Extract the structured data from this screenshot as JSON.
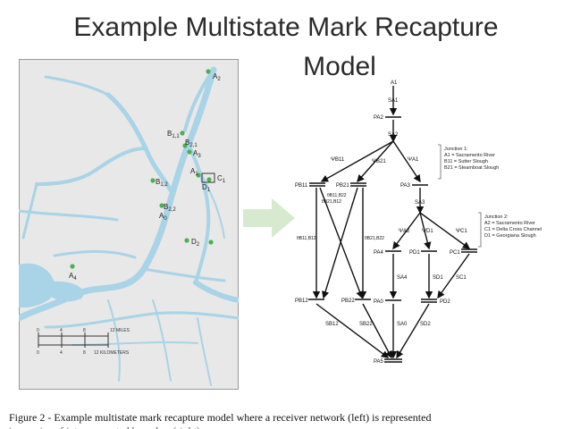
{
  "slide": {
    "title_line1": "Example Multistate Mark Recapture",
    "title_line2": "Model",
    "caption": "Figure 2 - Example multistate mark recapture model where a receiver network (left) is represented",
    "caption_line2": "in a series of interconnected branches (right)."
  },
  "map": {
    "labels": [
      "A2",
      "B1,1",
      "B2,1",
      "A3",
      "A1",
      "C1",
      "D1",
      "B1,2",
      "B2,2",
      "A0",
      "D2",
      "A4"
    ],
    "scale_miles": "12 MILES",
    "scale_km": "12 KILOMETERS",
    "scale_ticks_miles": [
      "0",
      "4",
      "8"
    ],
    "scale_ticks_km": [
      "0",
      "4",
      "8"
    ]
  },
  "diagram": {
    "nodes": {
      "A1": "A1",
      "SA1": "SA1",
      "PA2": "PA2",
      "SA2": "SA2",
      "PB11": "PB11",
      "PB21": "PB21",
      "PA3": "PA3",
      "SA3": "SA3",
      "PA4": "PA4",
      "PD1": "PD1",
      "PC1": "PC1",
      "SA4": "SA4",
      "SD1": "SD1",
      "SC1": "SC1",
      "PB12": "PB12",
      "PB22": "PB22",
      "PA0": "PA0",
      "PD2": "PD2",
      "SB12": "SB12",
      "SB22": "SB22",
      "SA0": "SA0",
      "SD2": "SD2",
      "PA5": "PA5"
    },
    "params": {
      "psiB11": "ΨB11",
      "psiB21": "ΨB21",
      "psiA1": "ΨA1",
      "th1": "θB11,B22",
      "th2": "θB21,B12",
      "th3": "θB11,B12",
      "th4": "θB21,B22",
      "psiA2": "ΨA2",
      "psiD1": "ΨD1",
      "psiC1": "ΨC1"
    },
    "junction1": {
      "title": "Junction 1:",
      "lines": [
        "A1 = Sacramento River",
        "B11 = Sutter Slough",
        "B21 = Steamboat Slough"
      ]
    },
    "junction2": {
      "title": "Junction 2:",
      "lines": [
        "A2 = Sacramento River",
        "C1 = Delta Cross Channel",
        "D1 = Georgiana Slough"
      ]
    }
  },
  "colors": {
    "water": "#a9d3e6",
    "land": "#e6e6e6",
    "accent_arrow": "#d7ead0",
    "receiver": "#4caf50"
  }
}
